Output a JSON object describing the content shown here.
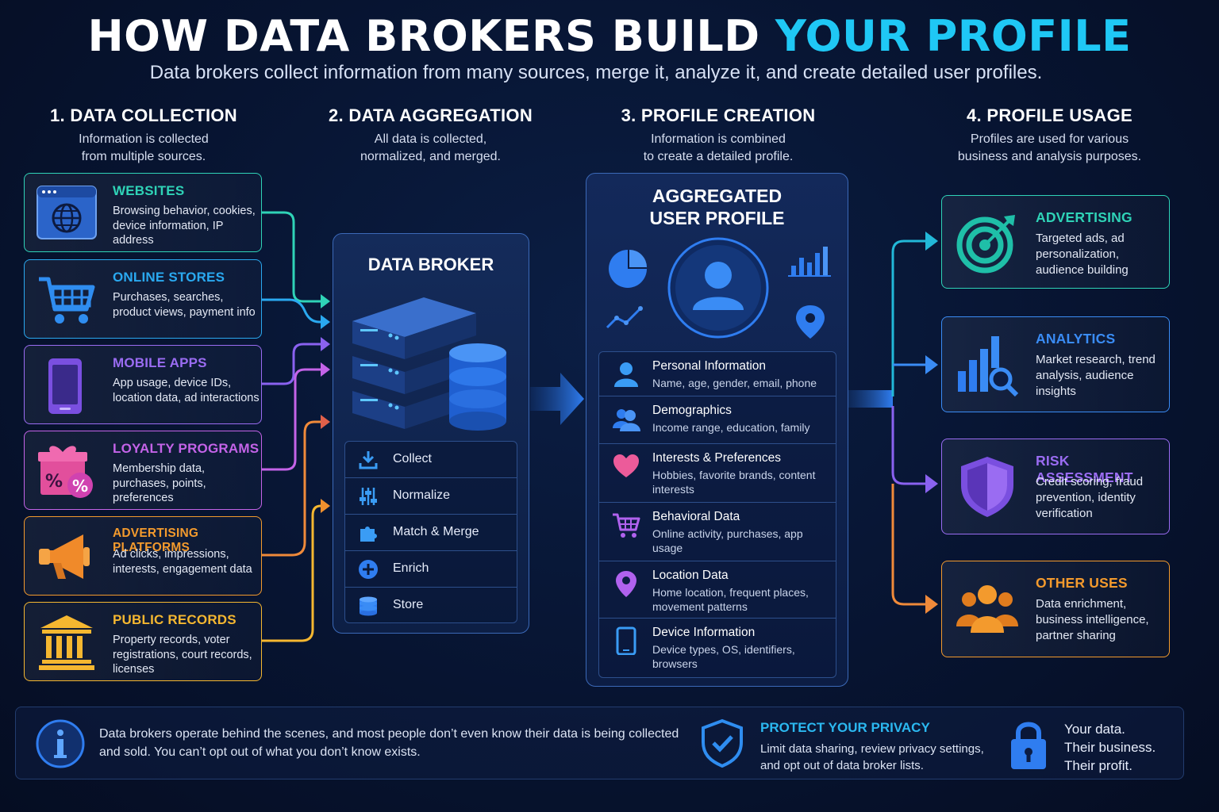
{
  "title": {
    "main": "HOW DATA BROKERS BUILD",
    "highlight": "YOUR PROFILE"
  },
  "subtitle": "Data brokers collect information from many sources, merge it, analyze it, and create detailed user profiles.",
  "steps": [
    {
      "heading": "1. DATA COLLECTION",
      "line1": "Information is collected",
      "line2": "from multiple sources."
    },
    {
      "heading": "2. DATA AGGREGATION",
      "line1": "All data is collected,",
      "line2": "normalized, and merged."
    },
    {
      "heading": "3. PROFILE CREATION",
      "line1": "Information is combined",
      "line2": "to create a detailed profile."
    },
    {
      "heading": "4. PROFILE USAGE",
      "line1": "Profiles are used for various",
      "line2": "business and analysis purposes."
    }
  ],
  "sources": [
    {
      "title": "WEBSITES",
      "body": "Browsing behavior, cookies, device information, IP address",
      "color": "#2fd3b7",
      "icon": "browser-globe-icon"
    },
    {
      "title": "ONLINE STORES",
      "body": "Purchases, searches, product views, payment info",
      "color": "#2aa9f0",
      "icon": "shopping-cart-icon"
    },
    {
      "title": "MOBILE APPS",
      "body": "App usage, device IDs, location data, ad interactions",
      "color": "#9a6cf2",
      "icon": "smartphone-icon"
    },
    {
      "title": "LOYALTY PROGRAMS",
      "body": "Membership data, purchases, points, preferences",
      "color": "#c463e8",
      "icon": "gift-percent-icon"
    },
    {
      "title": "ADVERTISING PLATFORMS",
      "body": "Ad clicks, impressions, interests, engagement data",
      "color": "#f39a2d",
      "icon": "megaphone-icon"
    },
    {
      "title": "PUBLIC RECORDS",
      "body": "Property records, voter registrations, court records, licenses",
      "color": "#f5b730",
      "icon": "courthouse-icon"
    }
  ],
  "broker": {
    "title": "DATA BROKER",
    "steps": [
      {
        "label": "Collect",
        "icon": "download-icon"
      },
      {
        "label": "Normalize",
        "icon": "sliders-icon"
      },
      {
        "label": "Match & Merge",
        "icon": "puzzle-icon"
      },
      {
        "label": "Enrich",
        "icon": "plus-circle-icon"
      },
      {
        "label": "Store",
        "icon": "database-icon"
      }
    ]
  },
  "profile": {
    "title_line1": "AGGREGATED",
    "title_line2": "USER PROFILE",
    "rows": [
      {
        "title": "Personal Information",
        "body": "Name, age, gender, email, phone",
        "icon": "person-icon"
      },
      {
        "title": "Demographics",
        "body": "Income range, education, family",
        "icon": "group-icon"
      },
      {
        "title": "Interests & Preferences",
        "body": "Hobbies, favorite brands, content interests",
        "icon": "heart-icon"
      },
      {
        "title": "Behavioral Data",
        "body": "Online activity, purchases, app usage",
        "icon": "cart-icon"
      },
      {
        "title": "Location Data",
        "body": "Home location, frequent places, movement patterns",
        "icon": "location-pin-icon"
      },
      {
        "title": "Device Information",
        "body": "Device types, OS, identifiers, browsers",
        "icon": "tablet-icon"
      }
    ]
  },
  "uses": [
    {
      "title": "ADVERTISING",
      "body": "Targeted ads, ad personalization, audience building",
      "color": "#2fd3b7",
      "icon": "target-icon"
    },
    {
      "title": "ANALYTICS",
      "body": "Market research, trend analysis, audience insights",
      "color": "#3a8cf5",
      "icon": "analytics-icon"
    },
    {
      "title": "RISK ASSESSMENT",
      "body": "Credit scoring, fraud prevention, identity verification",
      "color": "#9a6cf2",
      "icon": "shield-icon"
    },
    {
      "title": "OTHER USES",
      "body": "Data enrichment, business intelligence, partner sharing",
      "color": "#f39a2d",
      "icon": "people-icon"
    }
  ],
  "footer": {
    "info": "Data brokers operate behind the scenes, and most people don’t even know their data is being collected and sold. You can’t opt out of what you don’t know exists.",
    "privacy_title": "PROTECT YOUR PRIVACY",
    "privacy_body": "Limit data sharing, review privacy settings, and opt out of data broker lists.",
    "tagline": [
      "Your data.",
      "Their business.",
      "Their profit."
    ]
  }
}
